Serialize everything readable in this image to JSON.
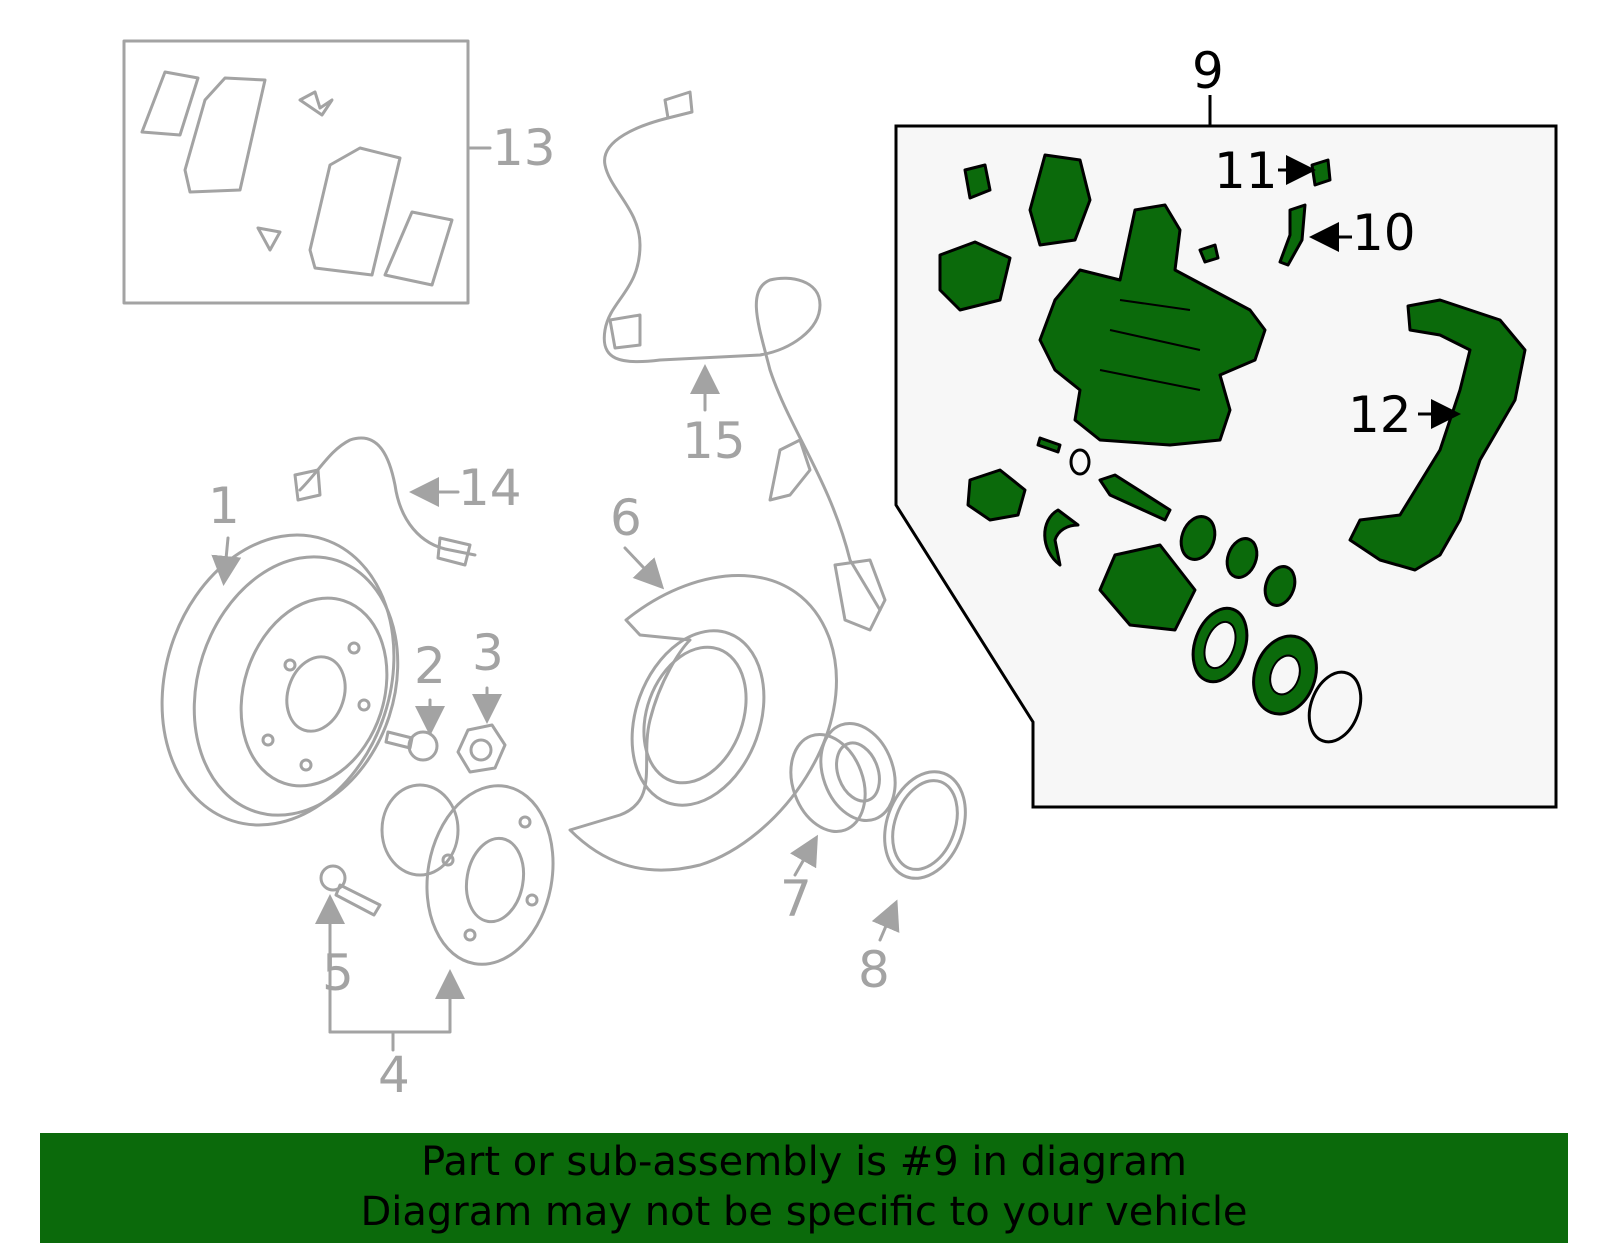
{
  "colors": {
    "highlight": "#0b6a0b",
    "line_gray": "#a3a3a3",
    "box_fill": "#f7f7f7"
  },
  "callouts": {
    "c1": "1",
    "c2": "2",
    "c3": "3",
    "c4": "4",
    "c5": "5",
    "c6": "6",
    "c7": "7",
    "c8": "8",
    "c9": "9",
    "c10": "10",
    "c11": "11",
    "c12": "12",
    "c13": "13",
    "c14": "14",
    "c15": "15"
  },
  "banner": {
    "line1": "Part or sub-assembly is #9 in diagram",
    "line2": "Diagram may not be specific to your vehicle"
  }
}
